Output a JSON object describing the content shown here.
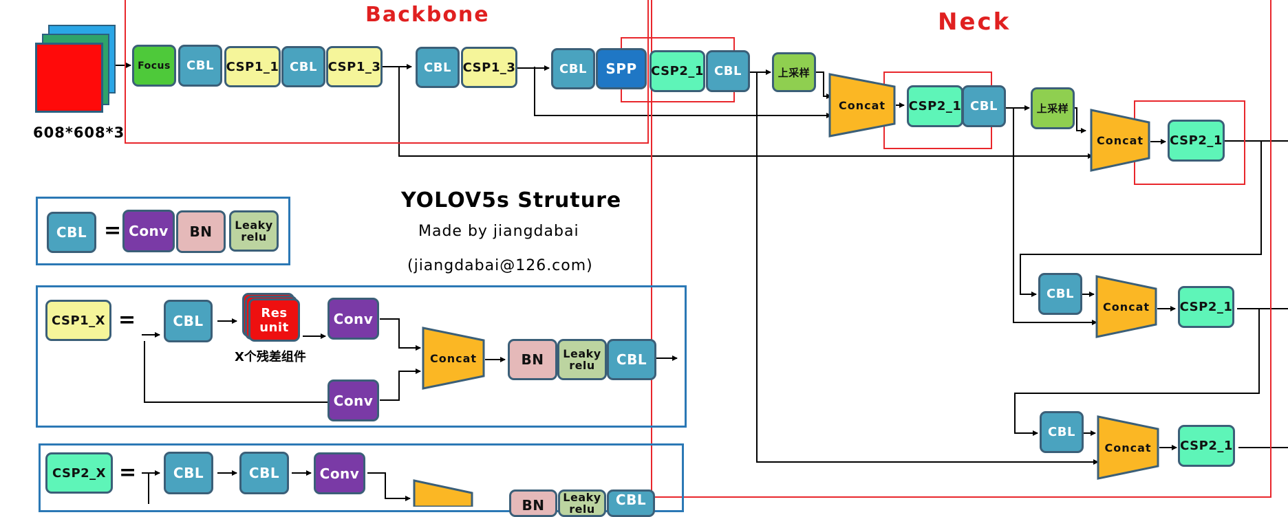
{
  "colors": {
    "frame_red": "#e8262b",
    "legend_blue": "#2b78b5",
    "cbl": "#4aa3bf",
    "csp1": "#f5f59a",
    "csp2": "#5ef5b8",
    "focus": "#4ec93a",
    "spp": "#1f77c5",
    "upsample": "#8fcf50",
    "conv": "#7a3aa6",
    "bn": "#e5b9b9",
    "leaky": "#bcd4a0",
    "res": "#ee1010",
    "concat": "#fbb724"
  },
  "title": {
    "main": "YOLOV5s Struture",
    "author": "Made by jiangdabai",
    "email": "(jiangdabai@126.com)"
  },
  "input": {
    "size_label": "608*608*3"
  },
  "backbone": {
    "label": "Backbone",
    "focus": "Focus",
    "cbl": "CBL",
    "csp1_1": "CSP1_1",
    "csp1_3": "CSP1_3",
    "spp": "SPP"
  },
  "neck": {
    "label": "Neck",
    "csp2_1": "CSP2_1",
    "cbl": "CBL",
    "upsample": "上采样",
    "concat": "Concat"
  },
  "legend_cbl": {
    "cbl": "CBL",
    "equals": "=",
    "conv": "Conv",
    "bn": "BN",
    "leaky": "Leaky relu"
  },
  "legend_csp1": {
    "name": "CSP1_X",
    "equals": "=",
    "cbl": "CBL",
    "res": "Res unit",
    "res_caption": "X个残差组件",
    "conv": "Conv",
    "concat": "Concat",
    "bn": "BN",
    "leaky": "Leaky relu",
    "cbl_out": "CBL"
  },
  "legend_csp2": {
    "name": "CSP2_X",
    "equals": "=",
    "cbl": "CBL",
    "conv": "Conv",
    "bn": "BN",
    "leaky": "Leaky relu",
    "cbl_out": "CBL"
  }
}
